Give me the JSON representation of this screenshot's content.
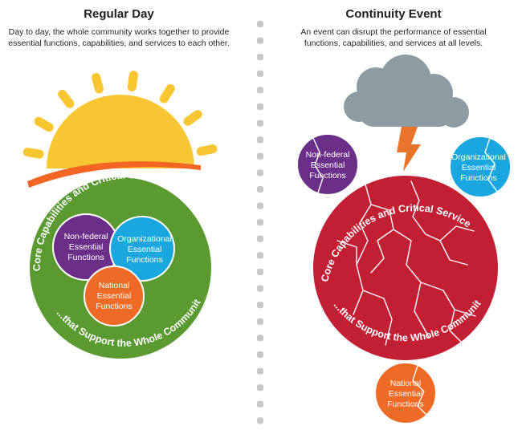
{
  "regular_day": {
    "title": "Regular Day",
    "description_line1": "Day to day, the whole community works together to provide",
    "description_line2": "essential functions, capabilities, and services to each other.",
    "arc_top": "Core Capabilities and Critical Services...",
    "arc_bottom": "...that Support the Whole Community",
    "nonfederal": [
      "Non-federal",
      "Essential",
      "Functions"
    ],
    "organizational": [
      "Organizational",
      "Essential",
      "Functions"
    ],
    "national": [
      "National",
      "Essential",
      "Functions"
    ]
  },
  "continuity_event": {
    "title": "Continuity Event",
    "description_line1": "An event can disrupt the performance of essential",
    "description_line2": "functions, capabilities, and services at all levels.",
    "arc_top": "Core Capabilities and Critical Services...",
    "arc_bottom": "...that Support the Whole Community",
    "nonfederal": [
      "Non-federal",
      "Essential",
      "Functions"
    ],
    "organizational": [
      "Organizational",
      "Essential",
      "Functions"
    ],
    "national": [
      "National",
      "Essential",
      "Functions"
    ]
  },
  "colors": {
    "sun": "#f7c630",
    "horizon": "#f26522",
    "community_green": "#5a9a31",
    "disrupted_red": "#c31f34",
    "purple": "#6b2f8a",
    "blue": "#1aa7e0",
    "orange": "#ef6a24",
    "cloud": "#8d9ca3",
    "lightning": "#e8742a",
    "divider_dots": "#c8c8c8"
  }
}
